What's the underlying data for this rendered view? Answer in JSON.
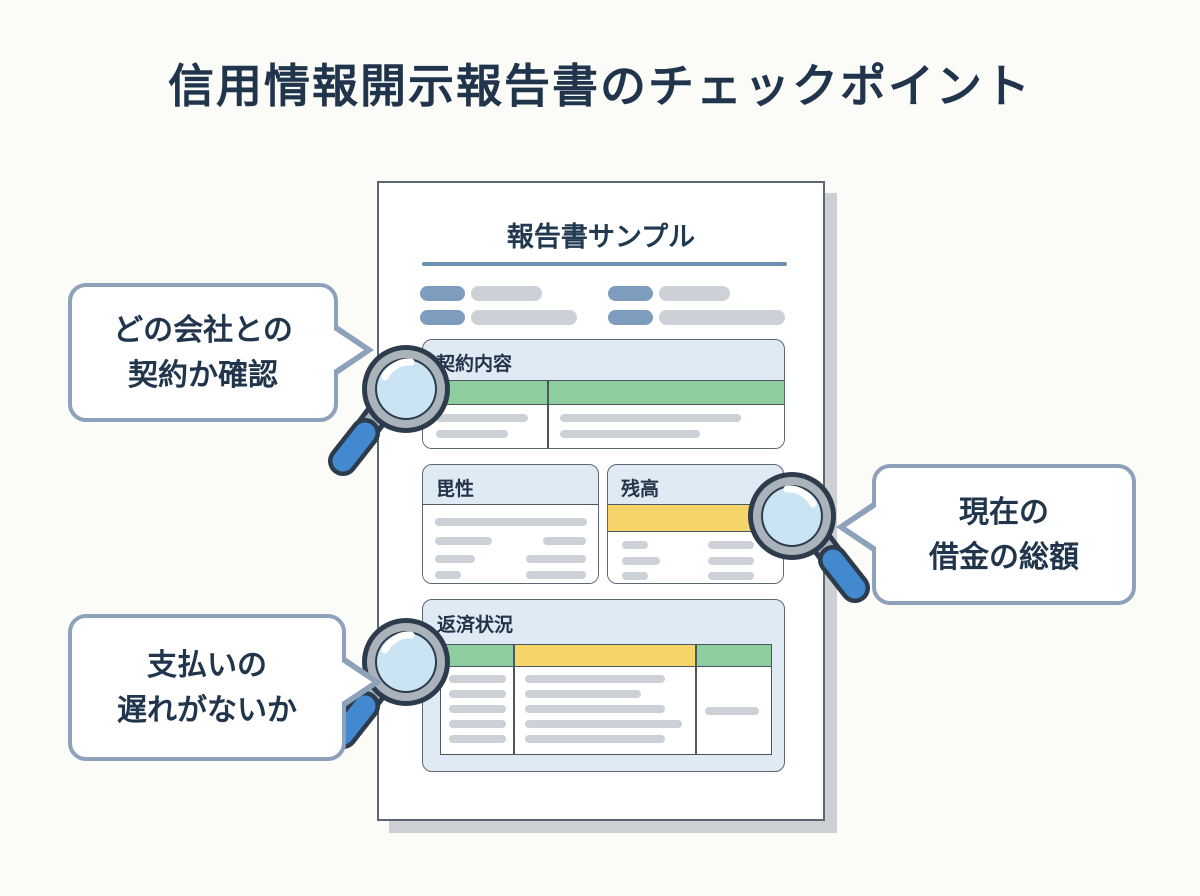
{
  "page": {
    "title": "信用情報開示報告書のチェックポイント"
  },
  "document": {
    "title": "報告書サンプル",
    "sections": {
      "contract": {
        "label": "契約内容"
      },
      "attribute": {
        "label": "毘性"
      },
      "balance": {
        "label": "残高"
      },
      "repayment": {
        "label": "返済状況"
      }
    }
  },
  "callouts": {
    "contract": {
      "line1": "どの会社との",
      "line2": "契約か確認"
    },
    "balance": {
      "line1": "現在の",
      "line2": "借金の総額"
    },
    "repayment": {
      "line1": "支払いの",
      "line2": "遅れがないか"
    }
  },
  "icons": {
    "magnifier": "magnifying-glass-icon"
  },
  "colors": {
    "title_text": "#20344b",
    "accent_green": "#8ecd9e",
    "accent_yellow": "#f5d469",
    "pill_blue": "#7d9cbe",
    "bar_gray": "#ccd1d7",
    "section_fill": "#dfeaf4",
    "section_border": "#5d6772",
    "table_border": "#4b5661",
    "bubble_border": "#8da2ba",
    "doc_shadow": "#cdd0d3",
    "rule_blue": "#6b90b0",
    "magnifier_handle": "#4289cf",
    "magnifier_lens": "#cbe4f4",
    "magnifier_ring": "#aab2ba"
  }
}
